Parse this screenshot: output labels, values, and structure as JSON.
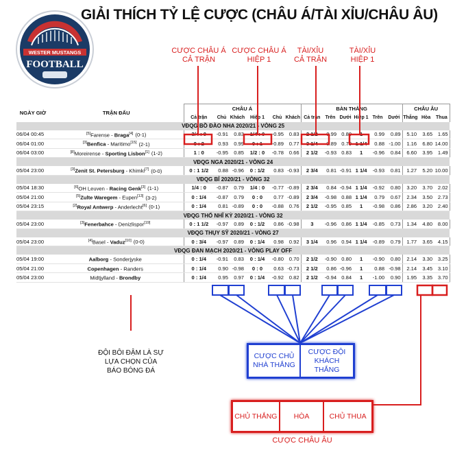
{
  "title": "GIẢI THÍCH TỶ LỆ CƯỢC (CHÂU Á/TÀI XỈU/CHÂU ÂU)",
  "logo": {
    "line1": "WESTER MUSTANGS",
    "line2": "FOOTBALL"
  },
  "annotations": {
    "asian_full": "CƯỢC CHÂU Á\nCẢ TRẬN",
    "asian_half": "CƯỢC CHÂU Á\nHIỆP 1",
    "ou_full": "TÀI/XỈU\nCẢ TRẬN",
    "ou_half": "TÀI/XỈU\nHIỆP 1",
    "bold_team": "ĐỘI BÔI ĐẬM  LÀ SỰ\nLỰA CHỌN CỦA\nBÁO BÓNG ĐÁ",
    "home_win": "CƯỢC CHỦ\nNHÀ THẮNG",
    "away_win": "CƯỢC ĐỘI\nKHÁCH THẮNG",
    "euro_home": "CHỦ THẮNG",
    "euro_draw": "HÒA",
    "euro_away": "CHỦ THUA",
    "euro_caption": "CƯỢC CHÂU ÂU"
  },
  "table": {
    "col_datetime": "NGÀY GIỜ",
    "col_match": "TRẬN ĐẤU",
    "col_asian": "CHÂU Á",
    "col_ou": "BÀN THẮNG",
    "col_euro": "CHÂU ÂU",
    "sub_headers": [
      "Cả trận",
      "Chủ",
      "Khách",
      "Hiệp 1",
      "Chủ",
      "Khách",
      "Cả trận",
      "Trên",
      "Dưới",
      "Hiệp 1",
      "Trên",
      "Dưới",
      "Thắng",
      "Hòa",
      "Thua"
    ],
    "groups": [
      {
        "league": "VĐQG BỒ ĐÀO NHA 2020/21 - VÒNG 25",
        "rows": [
          {
            "dt": "06/04 00:45",
            "hr": "[5]",
            "home": "Farense",
            "sep": " - ",
            "away": "Braga",
            "ar": "[4]",
            "score": "(0-1)",
            "bold": "away",
            "v": [
              "3/4 : 0",
              "-0.91",
              "0.83",
              "1/4 : 0",
              "-0.95",
              "0.83",
              "2 1/2",
              "0.99",
              "0.89",
              "1",
              "0.99",
              "0.89",
              "5.10",
              "3.65",
              "1.65"
            ]
          },
          {
            "dt": "06/04 01:00",
            "hr": "[3]",
            "home": "Benfica",
            "sep": " - ",
            "away": "Maritimo",
            "ar": "[15]",
            "score": "(2-1)",
            "bold": "home",
            "v": [
              "0 : 2",
              "0.93",
              "0.99",
              "0 : 1",
              "-0.89",
              "0.77",
              "3 1/4",
              "-0.89",
              "0.79",
              "1 1/4",
              "0.88",
              "-1.00",
              "1.16",
              "6.80",
              "14.00"
            ]
          },
          {
            "dt": "06/04 03:00",
            "hr": "[8]",
            "home": "Moreirense",
            "sep": " - ",
            "away": "Sporting Lisbon",
            "ar": "[1]",
            "score": "(1-2)",
            "bold": "away",
            "v": [
              "1 : 0",
              "-0.95",
              "0.85",
              "1/2 : 0",
              "-0.78",
              "0.66",
              "2 1/2",
              "-0.93",
              "0.83",
              "1",
              "-0.96",
              "0.84",
              "6.60",
              "3.95",
              "1.49"
            ]
          }
        ]
      },
      {
        "league": "VĐQG NGA 2020/21 - VÒNG 24",
        "rows": [
          {
            "dt": "05/04 23:00",
            "hr": "[3]",
            "home": "Zenit St. Petersburg",
            "sep": " - ",
            "away": "Khimki",
            "ar": "[7]",
            "score": "(0-0)",
            "bold": "home",
            "v": [
              "0 : 1 1/2",
              "0.88",
              "-0.96",
              "0 : 1/2",
              "0.83",
              "-0.93",
              "2 3/4",
              "0.81",
              "-0.91",
              "1 1/4",
              "-0.93",
              "0.81",
              "1.27",
              "5.20",
              "10.00"
            ]
          }
        ]
      },
      {
        "league": "VĐQG BỈ 2020/21 - VÒNG 32",
        "rows": [
          {
            "dt": "05/04 18:30",
            "hr": "[6]",
            "home": "OH Leuven",
            "sep": " - ",
            "away": "Racing Genk",
            "ar": "[3]",
            "score": "(1-1)",
            "bold": "away",
            "v": [
              "1/4 : 0",
              "-0.87",
              "0.79",
              "1/4 : 0",
              "-0.77",
              "-0.89",
              "2 3/4",
              "0.84",
              "-0.94",
              "1 1/4",
              "-0.92",
              "0.80",
              "3.20",
              "3.70",
              "2.02"
            ]
          },
          {
            "dt": "05/04 21:00",
            "hr": "[5]",
            "home": "Zulte Waregem",
            "sep": " - ",
            "away": "Eupen",
            "ar": "[13]",
            "score": "(3-2)",
            "bold": "home",
            "v": [
              "0 : 1/4",
              "-0.87",
              "0.79",
              "0 : 0",
              "0.77",
              "-0.89",
              "2 3/4",
              "-0.98",
              "0.88",
              "1 1/4",
              "0.79",
              "0.67",
              "2.34",
              "3.50",
              "2.73"
            ]
          },
          {
            "dt": "05/04 23:15",
            "hr": "[2]",
            "home": "Royal Antwerp",
            "sep": " - ",
            "away": "Anderlecht",
            "ar": "[6]",
            "score": "(0-1)",
            "bold": "home",
            "v": [
              "0 : 1/4",
              "0.81",
              "-0.89",
              "0 : 0",
              "-0.88",
              "0.76",
              "2 1/2",
              "-0.95",
              "0.85",
              "1",
              "-0.98",
              "0.86",
              "2.86",
              "3.20",
              "2.40"
            ]
          }
        ]
      },
      {
        "league": "VĐQG THỔ NHĨ KỲ 2020/21 - VÒNG 32",
        "rows": [
          {
            "dt": "05/04 23:00",
            "hr": "[3]",
            "home": "Fenerbahce",
            "sep": " - ",
            "away": "Denizlispor",
            "ar": "[19]",
            "score": "",
            "bold": "home",
            "v": [
              "0 : 1 1/2",
              "-0.97",
              "0.89",
              "0 : 1/2",
              "0.86",
              "-0.98",
              "3",
              "-0.96",
              "0.86",
              "1 1/4",
              "-0.85",
              "0.73",
              "1.34",
              "4.80",
              "8.00"
            ]
          }
        ]
      },
      {
        "league": "VĐQG THỤY SỸ 2020/21 - VÒNG 27",
        "rows": [
          {
            "dt": "05/04 23:00",
            "hr": "[4]",
            "home": "Basel",
            "sep": " - ",
            "away": "Vaduz",
            "ar": "[10]",
            "score": "(0-0)",
            "bold": "away",
            "v": [
              "0 : 3/4",
              "-0.97",
              "0.89",
              "0 : 1/4",
              "0.98",
              "0.92",
              "3 1/4",
              "0.96",
              "0.94",
              "1 1/4",
              "-0.89",
              "0.79",
              "1.77",
              "3.65",
              "4.15"
            ]
          }
        ]
      },
      {
        "league": "VĐQG ĐAN MẠCH 2020/21 - VÒNG PLAY OFF",
        "rows": [
          {
            "dt": "05/04 19:00",
            "hr": "",
            "home": "Aalborg",
            "sep": " - ",
            "away": "Sonderjyske",
            "ar": "",
            "score": "",
            "bold": "home",
            "v": [
              "0 : 1/4",
              "-0.91",
              "0.83",
              "0 : 1/4",
              "-0.80",
              "0.70",
              "2 1/2",
              "-0.90",
              "0.80",
              "1",
              "-0.90",
              "0.80",
              "2.14",
              "3.30",
              "3.25"
            ]
          },
          {
            "dt": "05/04 21:00",
            "hr": "",
            "home": "Copenhagen",
            "sep": " - ",
            "away": "Randers",
            "ar": "",
            "score": "",
            "bold": "home",
            "v": [
              "0 : 1/4",
              "0.90",
              "-0.98",
              "0 : 0",
              "0.63",
              "-0.73",
              "2 1/2",
              "0.86",
              "-0.96",
              "1",
              "0.88",
              "-0.98",
              "2.14",
              "3.45",
              "3.10"
            ]
          },
          {
            "dt": "05/04 23:00",
            "hr": "",
            "home": "Midtjylland",
            "sep": " - ",
            "away": "Brondby",
            "ar": "",
            "score": "",
            "bold": "away",
            "v": [
              "0 : 1/4",
              "0.95",
              "0.97",
              "0 : 1/4",
              "-0.92",
              "0.82",
              "2 1/2",
              "-0.94",
              "0.84",
              "1",
              "-1.00",
              "0.90",
              "1.95",
              "3.35",
              "3.70"
            ]
          }
        ]
      }
    ]
  },
  "colors": {
    "accent_red": "#d81e1e",
    "accent_blue": "#1f3fd1",
    "league_band": "#d9d9d9",
    "logo_blue": "#1b3b66"
  }
}
